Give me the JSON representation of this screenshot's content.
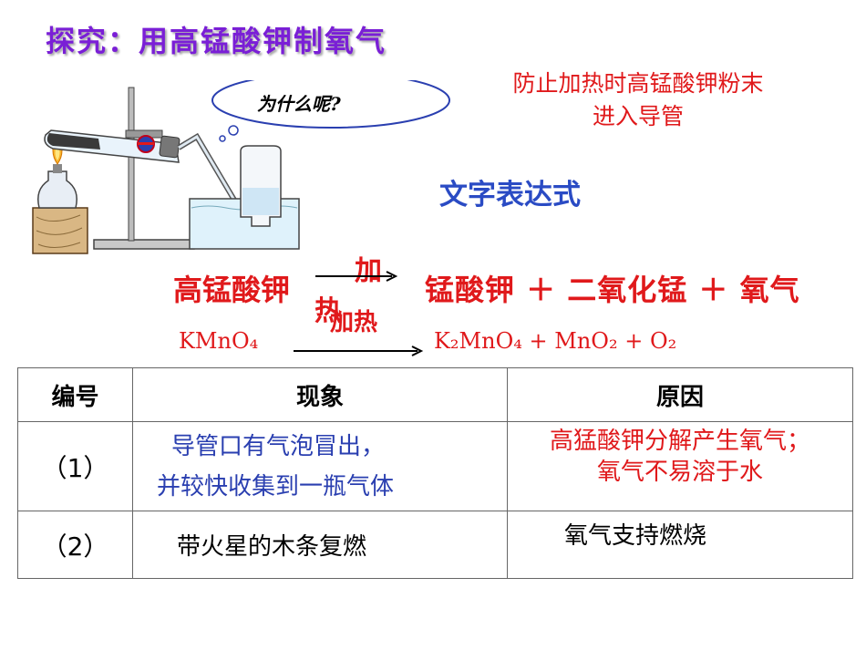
{
  "title": "探究：用高锰酸钾制氧气",
  "bubble_question": "为什么呢?",
  "reason_note_line1": "防止加热时高锰酸钾粉末",
  "reason_note_line2": "进入导管",
  "word_equation_label": "文字表达式",
  "word_equation": {
    "reactant": "高锰酸钾",
    "condition_top": "加",
    "condition_bottom": "热",
    "products": "锰酸钾 ＋ 二氧化锰 ＋ 氧气"
  },
  "formula_equation": {
    "reactant": "KMnO₄",
    "condition": "加热",
    "products": "K₂MnO₄ +   MnO₂  +     O₂"
  },
  "table": {
    "headers": [
      "编号",
      "现象",
      "原因"
    ],
    "rows": [
      {
        "number": "（1）",
        "phenomenon_line1": "导管口有气泡冒出，",
        "phenomenon_line2": "并较快收集到一瓶气体",
        "reason_line1": "高猛酸钾分解产生氧气；",
        "reason_line2": "氧气不易溶于水"
      },
      {
        "number": "（2）",
        "phenomenon": "带火星的木条复燃",
        "reason": "氧气支持燃烧"
      }
    ]
  },
  "colors": {
    "title": "#7a1fd6",
    "red": "#e0191b",
    "blue": "#2a4bc4"
  }
}
